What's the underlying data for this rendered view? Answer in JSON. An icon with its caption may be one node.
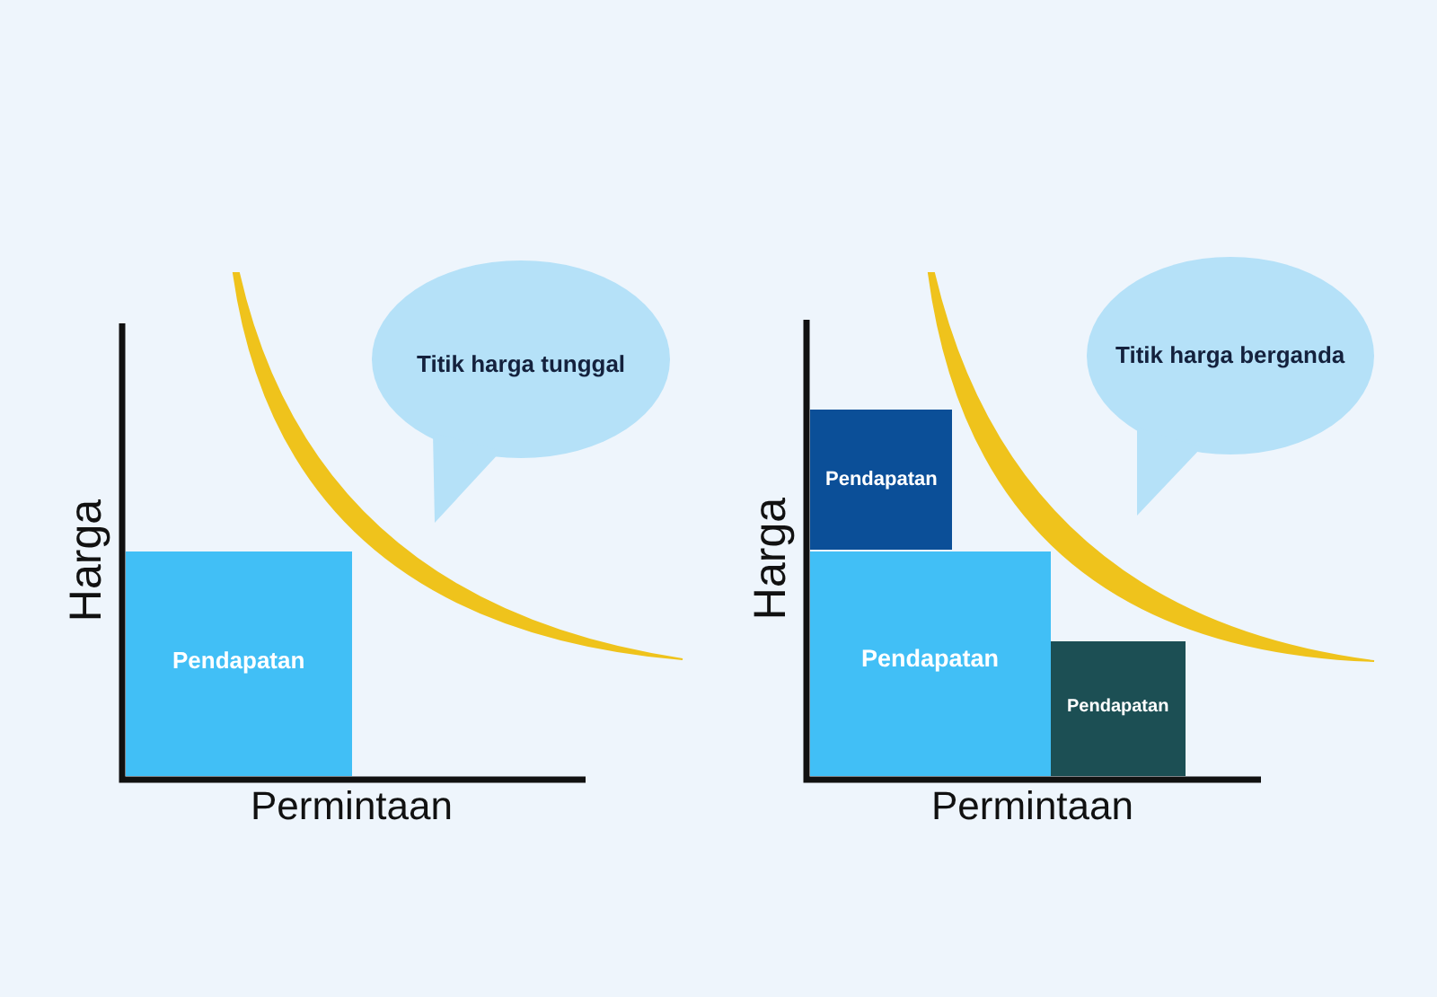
{
  "diagram": {
    "nodes": [
      {
        "text": [
          "Titik harga tunggal"
        ]
      },
      {
        "text": [
          "Pendapatan"
        ]
      },
      {
        "text": [
          "Titik harga berganda"
        ]
      },
      {
        "text": [
          "Pendapatan"
        ]
      },
      {
        "text": [
          "Pendapatan"
        ]
      },
      {
        "text": [
          "Pendapatan"
        ]
      }
    ],
    "edges": [],
    "labels": [
      "Harga",
      "Permintaan",
      "Harga",
      "Permintaan"
    ]
  }
}
